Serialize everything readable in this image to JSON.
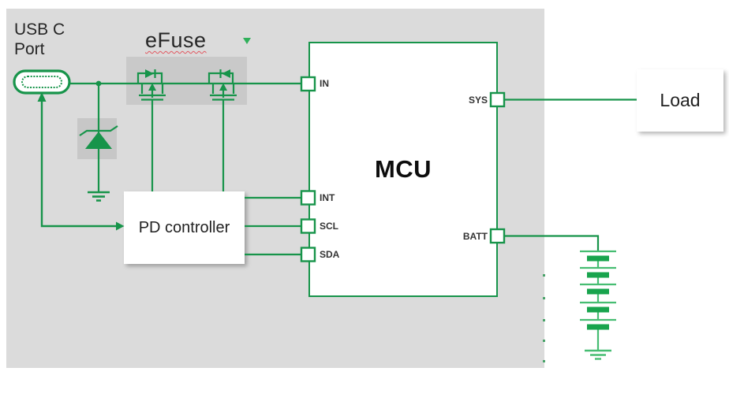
{
  "blocks": {
    "usb_port": {
      "label": "USB C\nPort"
    },
    "efuse": {
      "label": "eFuse"
    },
    "pd_controller": {
      "label": "PD controller"
    },
    "mcu": {
      "label": "MCU",
      "pins": {
        "in": "IN",
        "int": "INT",
        "scl": "SCL",
        "sda": "SDA",
        "sys": "SYS",
        "batt": "BATT"
      }
    },
    "load": {
      "label": "Load"
    }
  },
  "icons": {
    "usb_receptacle": "usb-c-receptacle-icon",
    "tvs_diode": "tvs-diode-icon",
    "mosfet": "mosfet-with-body-diode-icon",
    "battery": "battery-cells-icon",
    "ground": "ground-icon",
    "dropdown": "dropdown-arrow-icon"
  },
  "colors": {
    "wire_green": "#17944a",
    "battery_light_green": "#46bd72",
    "battery_bar_green": "#18a44d",
    "canvas_gray": "#dbdbdb",
    "highlight_gray": "#c9c9c9",
    "squiggle_red": "#e1575f",
    "text_dark": "#262626"
  }
}
